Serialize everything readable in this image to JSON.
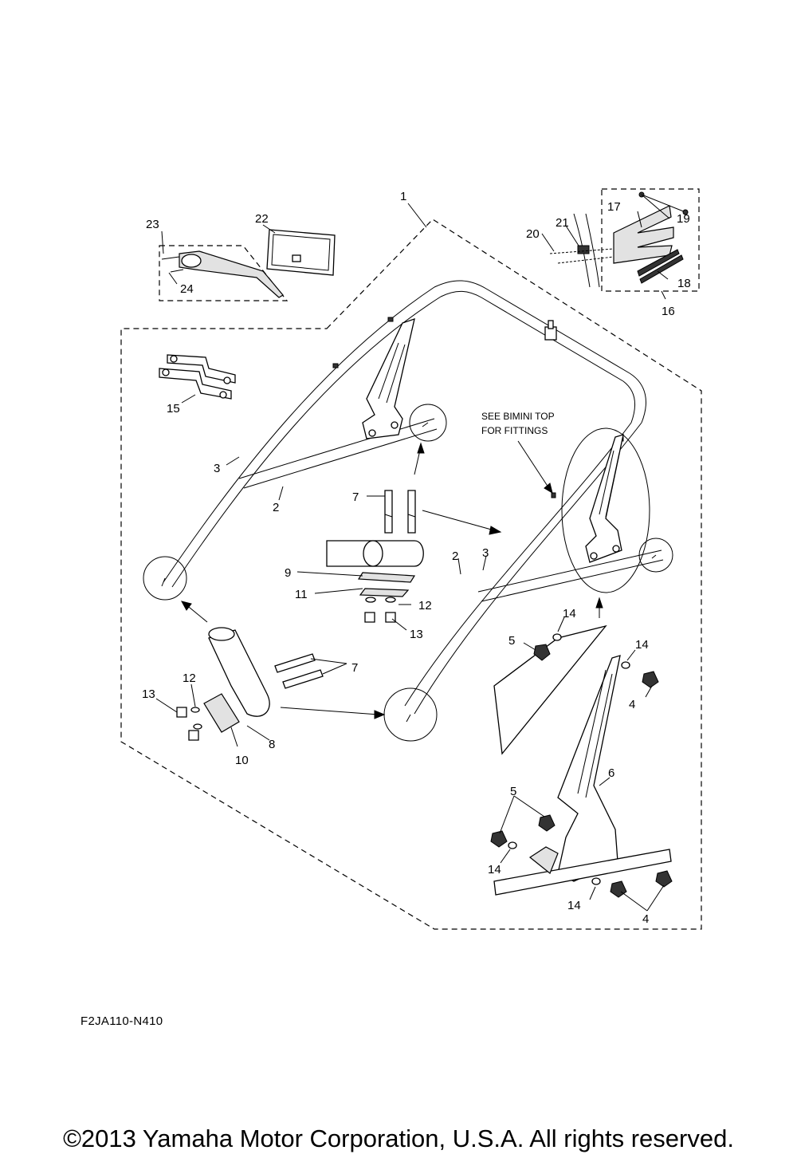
{
  "callouts": {
    "c1": "1",
    "c2a": "2",
    "c2b": "2",
    "c3a": "3",
    "c3b": "3",
    "c4a": "4",
    "c4b": "4",
    "c5a": "5",
    "c5b": "5",
    "c6": "6",
    "c7a": "7",
    "c7b": "7",
    "c8": "8",
    "c9": "9",
    "c10": "10",
    "c11": "11",
    "c12a": "12",
    "c12b": "12",
    "c13a": "13",
    "c13b": "13",
    "c14a": "14",
    "c14b": "14",
    "c14c": "14",
    "c14d": "14",
    "c15": "15",
    "c16": "16",
    "c17": "17",
    "c18": "18",
    "c19": "19",
    "c20": "20",
    "c21": "21",
    "c22": "22",
    "c23": "23",
    "c24": "24"
  },
  "note": {
    "line1": "SEE BIMINI TOP",
    "line2": "FOR FITTINGS"
  },
  "diagram_code": "F2JA110-N410",
  "copyright": "©2013 Yamaha Motor Corporation, U.S.A. All rights reserved."
}
